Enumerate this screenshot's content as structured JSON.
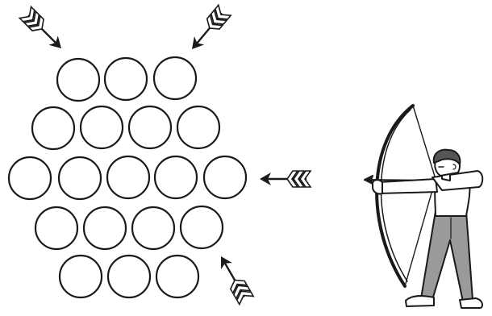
{
  "puzzle": {
    "circle_rows": [
      3,
      4,
      5,
      4,
      3
    ],
    "circle_count": 19,
    "arrow_count": 4
  },
  "archer": {
    "pose": "drawing-bow",
    "shirt_color": "#ffffff",
    "pants_color": "#9a9a9a"
  },
  "colors": {
    "ink": "#1a1a1a",
    "paper": "#ffffff"
  }
}
